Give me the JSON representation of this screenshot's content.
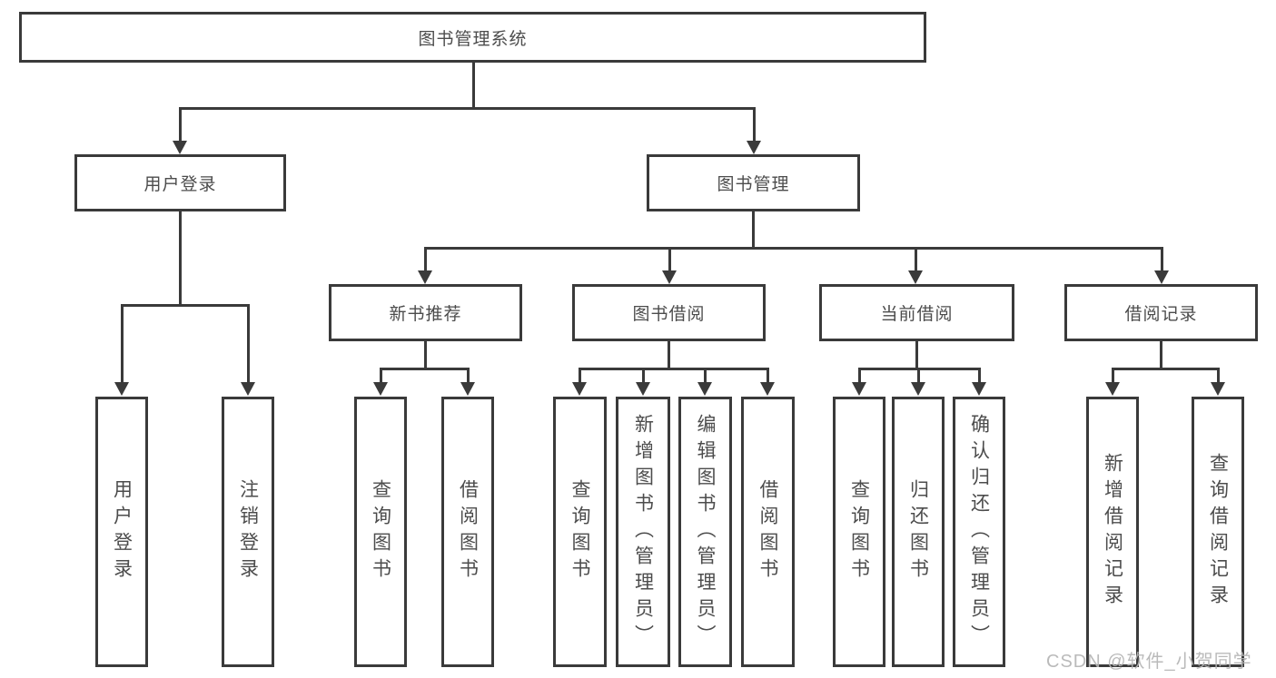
{
  "diagram": {
    "root": {
      "label": "图书管理系统"
    },
    "level2": {
      "left": {
        "label": "用户登录",
        "children": [
          {
            "label": "用户登录"
          },
          {
            "label": "注销登录"
          }
        ]
      },
      "right": {
        "label": "图书管理"
      }
    },
    "level3": [
      {
        "label": "新书推荐",
        "children": [
          {
            "label": "查询图书"
          },
          {
            "label": "借阅图书"
          }
        ]
      },
      {
        "label": "图书借阅",
        "children": [
          {
            "label": "查询图书"
          },
          {
            "label": "新增图书（管理员）"
          },
          {
            "label": "编辑图书（管理员）"
          },
          {
            "label": "借阅图书"
          }
        ]
      },
      {
        "label": "当前借阅",
        "children": [
          {
            "label": "查询图书"
          },
          {
            "label": "归还图书"
          },
          {
            "label": "确认归还（管理员）"
          }
        ]
      },
      {
        "label": "借阅记录",
        "children": [
          {
            "label": "新增借阅记录"
          },
          {
            "label": "查询借阅记录"
          }
        ]
      }
    ]
  },
  "watermark": {
    "text": "CSDN @软件_小贺同学"
  },
  "colors": {
    "line": "#3a3a3a",
    "text": "#4c4c4c",
    "box-bg": "#ffffff",
    "watermark": "#b5b5b5",
    "background": "#ffffff"
  }
}
